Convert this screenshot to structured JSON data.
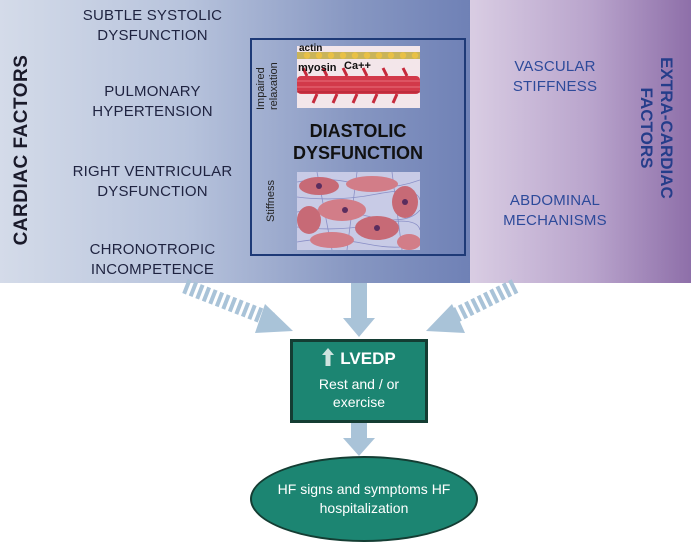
{
  "title": {
    "cardiac_factors": "CARDIAC FACTORS",
    "extra_cardiac_factors": "EXTRA-CARDIAC FACTORS"
  },
  "cardiac_factors": [
    "SUBTLE SYSTOLIC DYSFUNCTION",
    "PULMONARY HYPERTENSION",
    "RIGHT VENTRICULAR DYSFUNCTION",
    "CHRONOTROPIC INCOMPETENCE"
  ],
  "extra_cardiac_factors": [
    "VASCULAR STIFFNESS",
    "ABDOMINAL MECHANISMS"
  ],
  "diastolic": {
    "title": "DIASTOLIC DYSFUNCTION",
    "impaired_label": "Impaired relaxation",
    "stiffness_label": "Stiffness",
    "actin_label": "actin",
    "myosin_label": "myosin",
    "calcium_label": "Ca++"
  },
  "lvedp": {
    "title": "LVEDP",
    "subtitle": "Rest and / or exercise"
  },
  "outcome": {
    "text": "HF signs and symptoms HF hospitalization"
  },
  "colors": {
    "lvedp_fill": "#1c8572",
    "arrow": "#a9c3d8",
    "diastolic_border": "#1e3a77",
    "extra_text": "#2d4a9a"
  },
  "icons": [
    "up-arrow-icon"
  ]
}
